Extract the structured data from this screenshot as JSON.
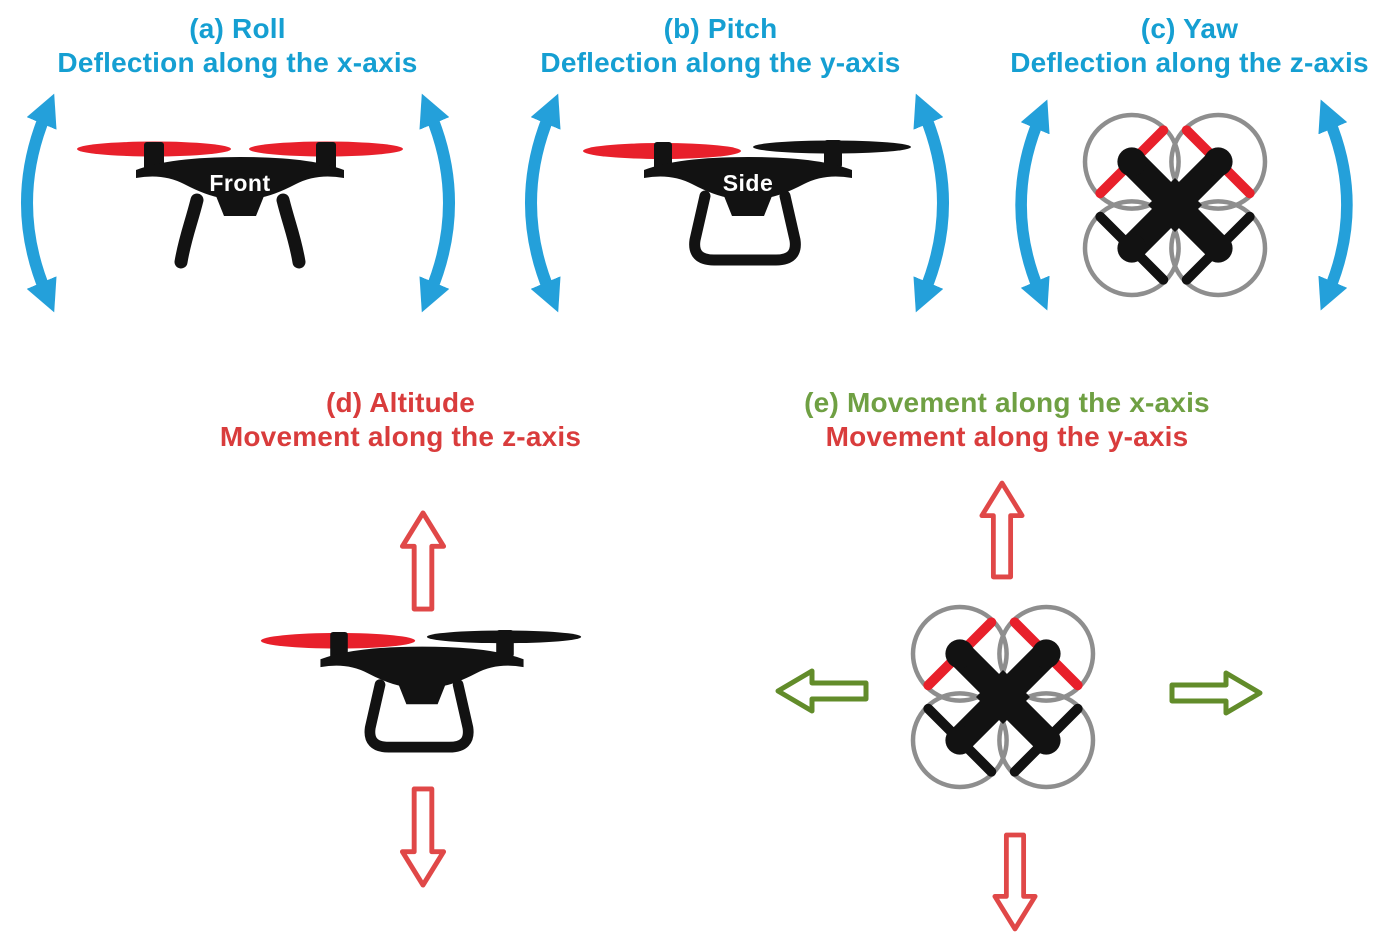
{
  "panels": {
    "a": {
      "title": "(a) Roll",
      "subtitle": "Deflection along the x-axis",
      "drone_label": "Front"
    },
    "b": {
      "title": "(b) Pitch",
      "subtitle": "Deflection along the y-axis",
      "drone_label": "Side"
    },
    "c": {
      "title": "(c) Yaw",
      "subtitle": "Deflection along the z-axis"
    },
    "d": {
      "title": "(d) Altitude",
      "subtitle": "Movement along the z-axis"
    },
    "e": {
      "title_x": "(e) Movement along the x-axis",
      "title_y": "Movement along the y-axis"
    }
  },
  "colors": {
    "title_cyan": "#159FD2",
    "arrow_blue": "#24A0DA",
    "title_red": "#D93C3C",
    "arrow_red": "#E04848",
    "title_green": "#6FA043",
    "arrow_green": "#628C2A",
    "prop_red": "#E8202B",
    "body_black": "#121212",
    "guard_gray": "#8E8E8E",
    "background": "#FFFFFF"
  }
}
